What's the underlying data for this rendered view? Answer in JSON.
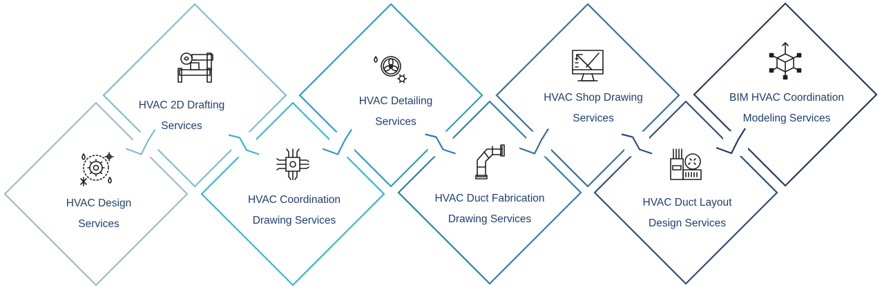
{
  "services": [
    {
      "line1": "HVAC Design",
      "line2": "Services",
      "icon": "hvac-design-icon",
      "color": "#9dbcc7"
    },
    {
      "line1": "HVAC 2D Drafting",
      "line2": "Services",
      "icon": "pipe-valve-icon",
      "color": "#7dbecd"
    },
    {
      "line1": "HVAC Coordination",
      "line2": "Drawing Services",
      "icon": "circuit-chip-icon",
      "color": "#34b7d3"
    },
    {
      "line1": "HVAC Detailing",
      "line2": "Services",
      "icon": "fan-gear-icon",
      "color": "#2a9fc0"
    },
    {
      "line1": "HVAC Duct Fabrication",
      "line2": "Drawing Services",
      "icon": "duct-elbow-icon",
      "color": "#2e7fa8"
    },
    {
      "line1": "HVAC Shop Drawing",
      "line2": "Services",
      "icon": "monitor-ruler-icon",
      "color": "#346f9a"
    },
    {
      "line1": "HVAC Duct Layout",
      "line2": "Design Services",
      "icon": "duct-panel-icon",
      "color": "#2d4f76"
    },
    {
      "line1": "BIM HVAC Coordination",
      "line2": "Modeling Services",
      "icon": "cube-network-icon",
      "color": "#263a5a"
    }
  ]
}
